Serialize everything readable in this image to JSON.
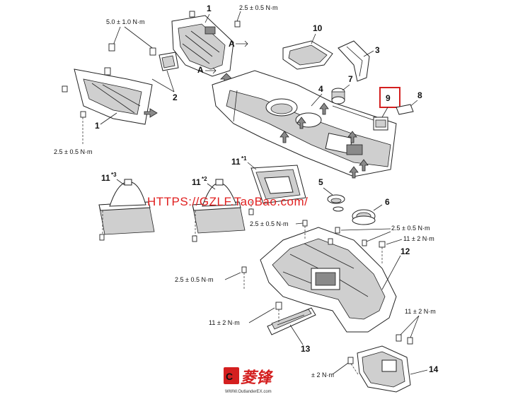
{
  "torques": {
    "t_top": "2.5 ± 0.5 N·m",
    "t_left_top": "5.0 ± 1.0 N·m",
    "t_left_bottom": "2.5 ± 0.5 N·m",
    "t_center": "2.5 ± 0.5 N·m",
    "t_right1": "2.5 ± 0.5 N·m",
    "t_right2": "11 ± 2 N·m",
    "t_mid_left": "2.5 ± 0.5 N·m",
    "t_lower_left": "11 ± 2 N·m",
    "t_lower_right": "11 ± 2 N·m",
    "t_bottom": "± 2 N·m"
  },
  "labels": {
    "p1a": "1",
    "p1b": "1",
    "p2": "2",
    "p3": "3",
    "p4": "4",
    "p5": "5",
    "p6": "6",
    "p7": "7",
    "p8": "8",
    "p9": "9",
    "p10": "10",
    "p11a": "11",
    "p11a_sup": "*1",
    "p11b": "11",
    "p11b_sup": "*2",
    "p11c": "11",
    "p11c_sup": "*3",
    "p12": "12",
    "p13": "13",
    "p14": "14",
    "view_a1": "A",
    "view_a2": "A"
  },
  "watermark": "HTTPS://GZLF.TaoBao.com/",
  "logo": {
    "text": "菱锋",
    "url": "WWW.OutlanderEX.com"
  },
  "colors": {
    "highlight_box": "#d42020",
    "watermark": "#e02020"
  }
}
